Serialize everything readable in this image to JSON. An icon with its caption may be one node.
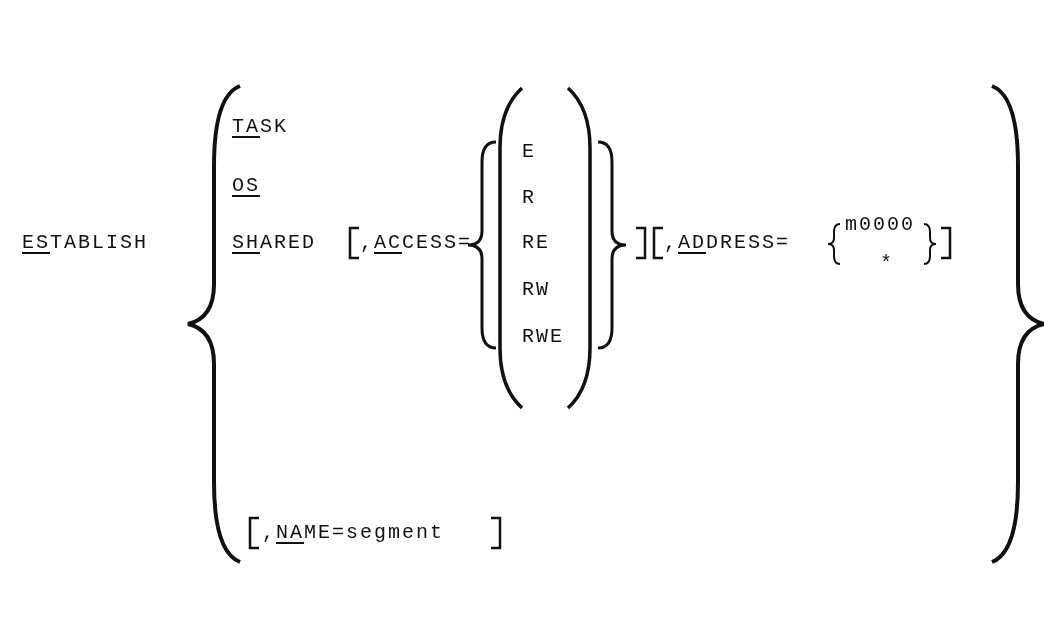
{
  "diagram": {
    "labels": [
      "TASK",
      "OS",
      "E",
      "R",
      "ESTABLISH",
      "SHARED",
      ",ACCESS=",
      "RE",
      ",ADDRESS=",
      "m0000",
      "*",
      "RW",
      "RWE",
      ",NAME=segment"
    ]
  }
}
